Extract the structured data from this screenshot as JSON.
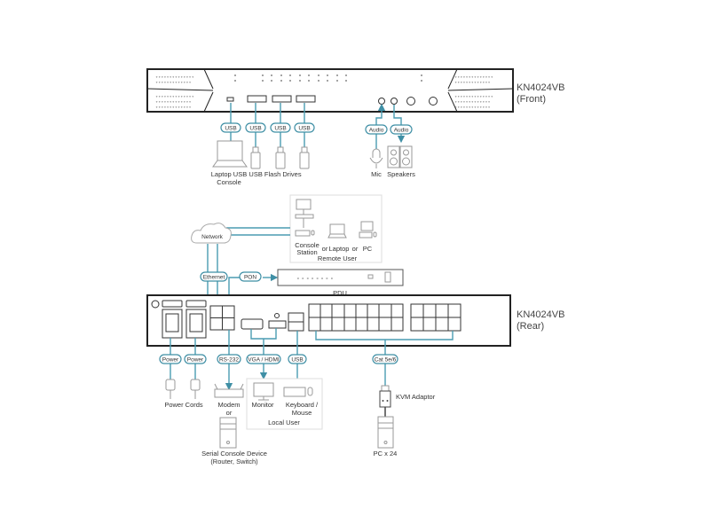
{
  "front": {
    "model": "KN4024VB",
    "side": "(Front)",
    "usb_labels": [
      "USB",
      "USB",
      "USB",
      "USB"
    ],
    "audio_labels": [
      "Audio",
      "Audio"
    ],
    "laptop_label_1": "Laptop USB",
    "laptop_label_2": "Console",
    "flash_label": "USB Flash Drives",
    "mic_label": "Mic",
    "speakers_label": "Speakers"
  },
  "rear": {
    "model": "KN4024VB",
    "side": "(Rear)",
    "network_label": "Network",
    "remote": {
      "console_1": "Console",
      "console_2": "Station",
      "or1": "or",
      "laptop": "Laptop",
      "or2": "or",
      "pc": "PC",
      "title": "Remote User"
    },
    "ethernet_label": "Ethernet",
    "pon_label": "PON",
    "pdu_label": "PDU",
    "power_labels": [
      "Power",
      "Power"
    ],
    "rs232_label": "RS-232",
    "vga_hdmi_label": "VGA / HDMI",
    "usb_label": "USB",
    "cat_label": "Cat 5e/6",
    "power_cords": "Power Cords",
    "modem": "Modem",
    "modem_or": "or",
    "serial_1": "Serial Console Device",
    "serial_2": "(Router, Switch)",
    "local": {
      "monitor": "Monitor",
      "keyboard_1": "Keyboard /",
      "keyboard_2": "Mouse",
      "title": "Local User"
    },
    "kvm_adaptor": "KVM Adaptor",
    "pc_count": "PC x 24"
  },
  "colors": {
    "accent": "#4a9cb2",
    "panel": "#222222"
  }
}
